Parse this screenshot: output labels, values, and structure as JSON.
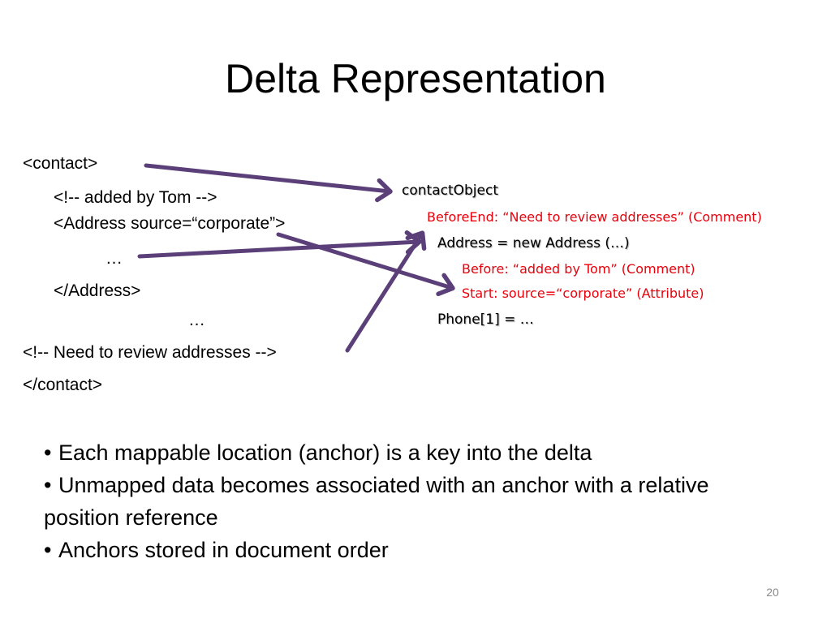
{
  "slide": {
    "title": "Delta Representation",
    "page_number": "20"
  },
  "xml": {
    "contact_open": "<contact>",
    "comment_tom": "<!-- added by Tom -->",
    "address_open": "<Address source=“corporate”>",
    "ellipsis_inner": "…",
    "address_close": "</Address>",
    "ellipsis_outer": "…",
    "comment_review": "<!-- Need to review addresses -->",
    "contact_close": "</contact>"
  },
  "delta": {
    "contact_object": "contactObject",
    "before_end": "BeforeEnd: “Need to review addresses” (Comment)",
    "address_new": "Address = new Address (…)",
    "before_comment": "Before: “added by Tom” (Comment)",
    "start_attribute": "Start: source=“corporate” (Attribute)",
    "phone": "Phone[1] = …"
  },
  "bullets": [
    "Each mappable location (anchor) is a key into the delta",
    "Unmapped data becomes associated with an anchor with a relative position reference",
    "Anchors stored in document order"
  ],
  "colors": {
    "arrow": "#5b3f79",
    "annotation": "#e8000b"
  }
}
